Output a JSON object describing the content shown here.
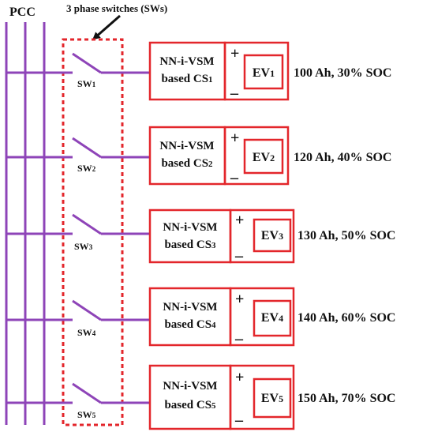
{
  "pcc_label": "PCC",
  "switch_note": "3 phase switches (SWs)",
  "colors": {
    "bus": "#8e44b8",
    "box": "#e3262b",
    "dashed": "#e3262b",
    "text": "#111111"
  },
  "branches": [
    {
      "switch": "SW",
      "sw_num": "1",
      "cs_line1": "NN-i-VSM",
      "cs_line2": "based CS",
      "cs_num": "1",
      "plus": "+",
      "minus": "–",
      "ev": "EV",
      "ev_num": "1",
      "spec": "100 Ah, 30% SOC"
    },
    {
      "switch": "SW",
      "sw_num": "2",
      "cs_line1": "NN-i-VSM",
      "cs_line2": "based CS",
      "cs_num": "2",
      "plus": "+",
      "minus": "–",
      "ev": "EV",
      "ev_num": "2",
      "spec": "120 Ah, 40% SOC"
    },
    {
      "switch": "SW",
      "sw_num": "3",
      "cs_line1": "NN-i-VSM",
      "cs_line2": "based CS",
      "cs_num": "3",
      "plus": "+",
      "minus": "–",
      "ev": "EV",
      "ev_num": "3",
      "spec": "130 Ah, 50% SOC"
    },
    {
      "switch": "SW",
      "sw_num": "4",
      "cs_line1": "NN-i-VSM",
      "cs_line2": "based CS",
      "cs_num": "4",
      "plus": "+",
      "minus": "–",
      "ev": "EV",
      "ev_num": "4",
      "spec": "140 Ah, 60% SOC"
    },
    {
      "switch": "SW",
      "sw_num": "5",
      "cs_line1": "NN-i-VSM",
      "cs_line2": "based CS",
      "cs_num": "5",
      "plus": "+",
      "minus": "–",
      "ev": "EV",
      "ev_num": "5",
      "spec": "150 Ah, 70% SOC"
    }
  ]
}
